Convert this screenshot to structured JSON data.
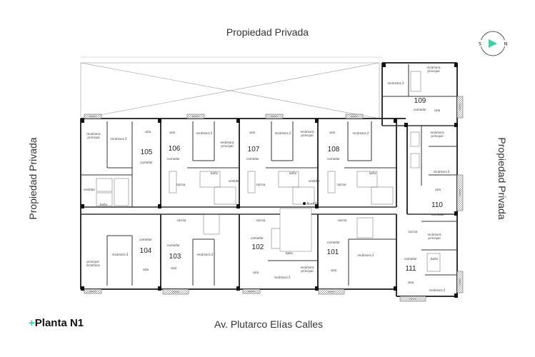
{
  "title": {
    "marker": "+",
    "text": "Planta N1"
  },
  "boundaries": {
    "top": "Propiedad Privada",
    "left": "Propiedad Privada",
    "right": "Propiedad Privada",
    "bottom": "Av. Plutarco Elías Calles"
  },
  "compass": {
    "south": "S",
    "north": "N",
    "accent": "#3ecfa6"
  },
  "level": "N +4.80",
  "rooms": {
    "sala": "sala",
    "comedor": "comedor",
    "cocina": "cocina",
    "recamara": "recámara",
    "principal": "principal",
    "recamara2": "recámara 2",
    "bano": "baño",
    "vestidor": "vestidor",
    "balcon": "balcón"
  },
  "units": {
    "u101": "101",
    "u102": "102",
    "u103": "103",
    "u104": "104",
    "u105": "105",
    "u106": "106",
    "u107": "107",
    "u108": "108",
    "u109": "109",
    "u110": "110",
    "u111": "111"
  }
}
